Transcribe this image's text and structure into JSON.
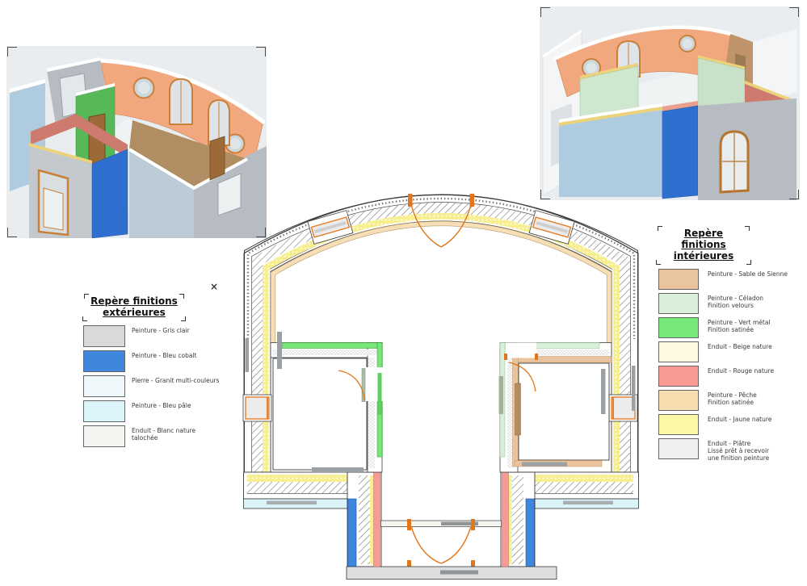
{
  "palette": {
    "viewbg": "#e9edf0",
    "grisclair": "#d9d9d9",
    "bleucobalt": "#3f87de",
    "granit": "#eef7f9",
    "bleupale": "#daf4f9",
    "blancnature": "#f4f4f1",
    "sable": "#e9c49e",
    "celadon": "#d9efd9",
    "vertmetal": "#77e877",
    "beigenature": "#fdf8e2",
    "rougenature": "#f79b94",
    "peche": "#f8ddb0",
    "jaunenature": "#fbf8a6",
    "platre": "#efefef",
    "archbeige": "#f6dfb6",
    "insulyellow": "#f7ee8e",
    "orange3d": "#f2a87e",
    "wallgray": "#b6bcc1",
    "wallgray2": "#c3c9cd",
    "lblue": "#aecbe0",
    "cobalt3d": "#2f6fd0",
    "red3d": "#cc7b6e",
    "green3d": "#57b857",
    "celadon3d": "#cfe6cf",
    "wood": "#9c6a38",
    "tan": "#b08d62",
    "ycap": "#ecd27a",
    "white3d": "#f3f5f6",
    "frame": "#c9813a",
    "dooror": "#e2761b",
    "planline": "#3a3a3a",
    "radgray": "#9aa0a3",
    "porch": "#dcdedf"
  },
  "marker": {
    "close": "×"
  },
  "legend_exterieur": {
    "title_line1": "Repère finitions",
    "title_line2": "extérieures",
    "items": [
      {
        "swatch": "#d9d9d9",
        "label": "Peinture - Gris clair"
      },
      {
        "swatch": "#3f87de",
        "label": "Peinture - Bleu cobalt"
      },
      {
        "swatch": "#eef7f9",
        "label": "Pierre - Granit multi-couleurs"
      },
      {
        "swatch": "#daf4f9",
        "label": "Peinture - Bleu pâle"
      },
      {
        "swatch": "#f4f4f1",
        "label": "Enduit - Blanc nature",
        "label2": "talochée"
      }
    ]
  },
  "legend_interieur": {
    "title_line1": "Repère finitions",
    "title_line2": "intérieures",
    "items": [
      {
        "swatch": "#e9c49e",
        "label": "Peinture - Sable de Sienne"
      },
      {
        "swatch": "#d9efd9",
        "label": "Peinture - Céladon",
        "label2": "Finition velours"
      },
      {
        "swatch": "#77e877",
        "label": "Peinture - Vert métal",
        "label2": "Finition satinée"
      },
      {
        "swatch": "#fdf8e2",
        "label": "Enduit - Beige nature"
      },
      {
        "swatch": "#f79b94",
        "label": "Enduit - Rouge nature"
      },
      {
        "swatch": "#f8ddb0",
        "label": "Peinture - Pêche",
        "label2": "Finition satinée"
      },
      {
        "swatch": "#fbf8a6",
        "label": "Enduit - Jaune nature"
      },
      {
        "swatch": "#efefef",
        "label": "Enduit - Plâtre",
        "label2": "Lissé prêt à recevoir",
        "label3": "une finition peinture"
      }
    ]
  }
}
